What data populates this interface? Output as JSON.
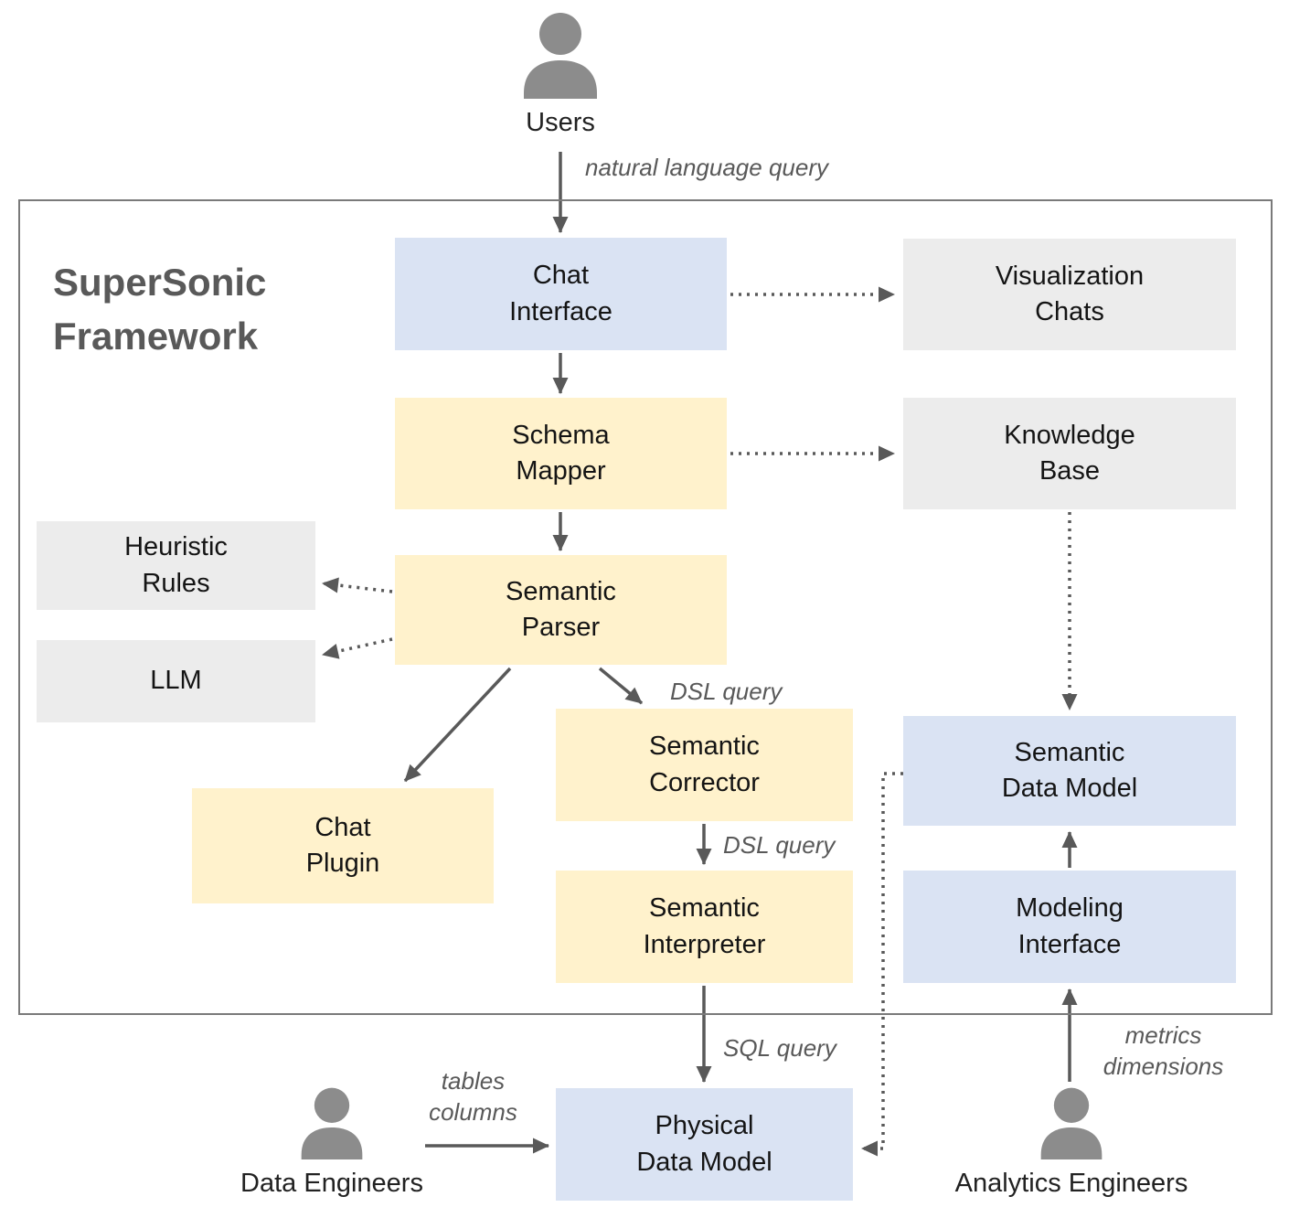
{
  "title": "SuperSonic\nFramework",
  "actors": {
    "users": "Users",
    "data_engineers": "Data Engineers",
    "analytics_engineers": "Analytics Engineers"
  },
  "nodes": {
    "chat_interface": "Chat\nInterface",
    "visualization_chats": "Visualization\nChats",
    "schema_mapper": "Schema\nMapper",
    "knowledge_base": "Knowledge\nBase",
    "heuristic_rules": "Heuristic\nRules",
    "llm": "LLM",
    "semantic_parser": "Semantic\nParser",
    "chat_plugin": "Chat\nPlugin",
    "semantic_corrector": "Semantic\nCorrector",
    "semantic_interpreter": "Semantic\nInterpreter",
    "semantic_data_model": "Semantic\nData Model",
    "modeling_interface": "Modeling\nInterface",
    "physical_data_model": "Physical\nData Model"
  },
  "edge_labels": {
    "natural_language_query": "natural language query",
    "dsl_query_parser_to_corrector": "DSL query",
    "dsl_query_corrector_to_interpreter": "DSL query",
    "sql_query": "SQL query",
    "tables_columns": "tables\ncolumns",
    "metrics_dimensions": "metrics\ndimensions"
  },
  "colors": {
    "node_blue": "#dae3f3",
    "node_yellow": "#fff2cc",
    "node_gray": "#ececec",
    "arrow_gray": "#595959",
    "person_gray": "#8c8c8c",
    "frame_border": "#7a7a7a"
  }
}
